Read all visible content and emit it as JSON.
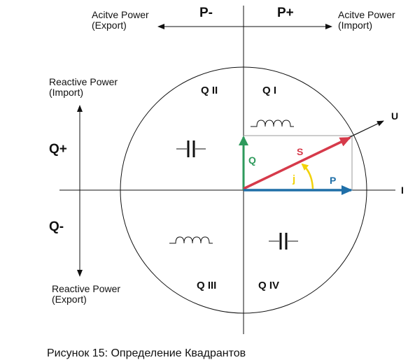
{
  "labels": {
    "active_export_line1": "Acitve Power",
    "active_export_line2": "(Export)",
    "active_import_line1": "Acitve Power",
    "active_import_line2": "(Import)",
    "p_minus": "P-",
    "p_plus": "P+",
    "reactive_import_line1": "Reactive Power",
    "reactive_import_line2": "(Import)",
    "reactive_export_line1": "Reactive Power",
    "reactive_export_line2": "(Export)",
    "q_plus": "Q+",
    "q_minus": "Q-",
    "quadrant_1": "Q I",
    "quadrant_2": "Q II",
    "quadrant_3": "Q III",
    "quadrant_4": "Q IV",
    "vector_q": "Q",
    "vector_s": "S",
    "vector_p": "P",
    "angle": "j",
    "axis_u": "U",
    "axis_i": "I",
    "caption": "Рисунок 15: Определение Квадрантов"
  },
  "colors": {
    "q_vector": "#2e9a5c",
    "s_vector": "#d63a4a",
    "p_vector": "#1f6fa8",
    "angle_arc": "#f2d20a",
    "lines": "#111111",
    "projection": "#999999"
  }
}
